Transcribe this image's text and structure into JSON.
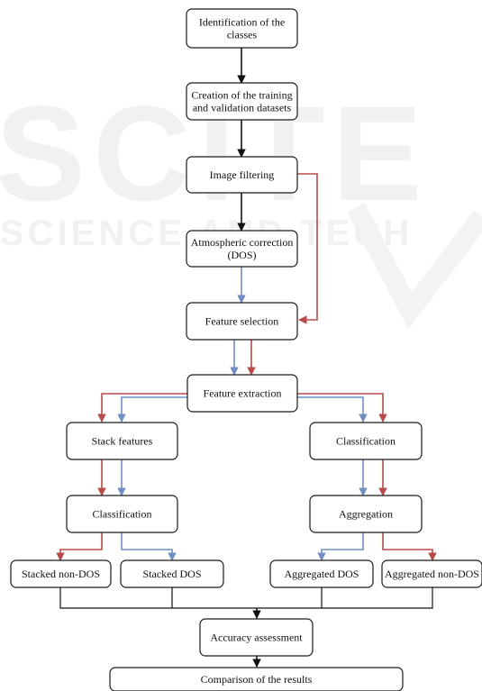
{
  "colors": {
    "black_flow": "#111111",
    "red_flow": "#b84a4a",
    "blue_flow": "#6f8fc4",
    "watermark": "#e6e6e6"
  },
  "watermark": {
    "big_text": "SCITE",
    "small_text": "SCIENCE AND TECH"
  },
  "nodes": {
    "identification": [
      "Identification of the",
      "classes"
    ],
    "datasets": [
      "Creation of the training",
      "and validation datasets"
    ],
    "filtering": [
      "Image filtering"
    ],
    "atmospheric": [
      "Atmospheric correction",
      "(DOS)"
    ],
    "feature_selection": [
      "Feature selection"
    ],
    "feature_extraction": [
      "Feature extraction"
    ],
    "stack_features": [
      "Stack features"
    ],
    "classification_left": [
      "Classification"
    ],
    "classification_right": [
      "Classification"
    ],
    "aggregation": [
      "Aggregation"
    ],
    "stacked_non_dos": [
      "Stacked non-DOS"
    ],
    "stacked_dos": [
      "Stacked DOS"
    ],
    "aggregated_dos": [
      "Aggregated DOS"
    ],
    "aggregated_non_dos": [
      "Aggregated non-DOS"
    ],
    "accuracy": [
      "Accuracy assessment"
    ],
    "comparison": [
      "Comparison of the results"
    ]
  }
}
